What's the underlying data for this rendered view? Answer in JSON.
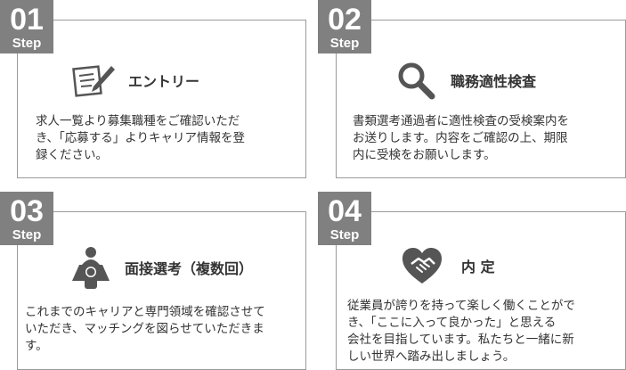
{
  "colors": {
    "badge": "#808080",
    "border": "#9a9a9a",
    "text": "#333333",
    "icon": "#555555"
  },
  "steps": [
    {
      "number": "01",
      "step_label": "Step",
      "icon": "form-pencil-icon",
      "title": "エントリー",
      "lines": [
        "求人一覧より募集職種をご確認いただ",
        "き、「応募する」よりキャリア情報を登",
        "録ください。"
      ]
    },
    {
      "number": "02",
      "step_label": "Step",
      "icon": "magnifier-icon",
      "title": "職務適性検査",
      "lines": [
        "書類選考通過者に適性検査の受検案内を",
        "お送りします。内容をご確認の上、期限",
        "内に受検をお願いします。"
      ]
    },
    {
      "number": "03",
      "step_label": "Step",
      "icon": "interview-icon",
      "title": "面接選考（複数回）",
      "lines": [
        "これまでのキャリアと専門領域を確認させて",
        "いただき、マッチングを図らせていただきま",
        "す。"
      ]
    },
    {
      "number": "04",
      "step_label": "Step",
      "icon": "handshake-heart-icon",
      "title": "内 定",
      "lines": [
        "従業員が誇りを持って楽しく働くことがで",
        "き、「ここに入って良かった」と思える",
        "会社を目指しています。私たちと一緒に新",
        "しい世界へ踏み出しましょう。"
      ]
    }
  ]
}
